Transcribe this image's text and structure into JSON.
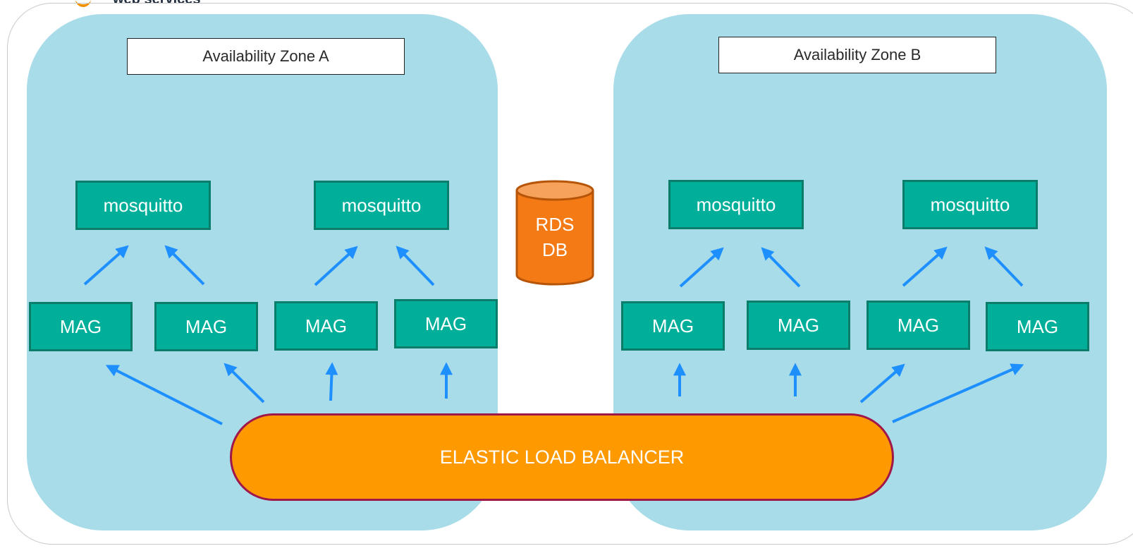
{
  "header": {
    "logo_text": "web services"
  },
  "zones": [
    {
      "label": "Availability Zone A"
    },
    {
      "label": "Availability Zone B"
    }
  ],
  "brokers": [
    "mosquitto",
    "mosquitto",
    "mosquitto",
    "mosquitto"
  ],
  "gateways": [
    "MAG",
    "MAG",
    "MAG",
    "MAG",
    "MAG",
    "MAG",
    "MAG",
    "MAG"
  ],
  "database": {
    "line1": "RDS",
    "line2": "DB"
  },
  "load_balancer": {
    "label": "ELASTIC LOAD BALANCER"
  },
  "colors": {
    "zone_fill": "#a8dce8",
    "node_fill": "#00af9a",
    "node_border": "#0b7d6b",
    "elb_fill": "#ff9900",
    "elb_border": "#a0174a",
    "rds_fill": "#f47a16",
    "arrow": "#1e8fff"
  }
}
